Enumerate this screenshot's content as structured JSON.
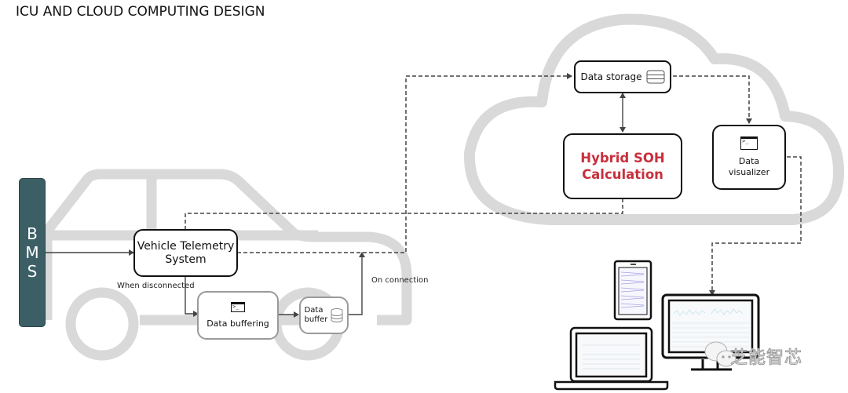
{
  "title": "ICU AND CLOUD COMPUTING DESIGN",
  "colors": {
    "bms_fill": "#3c5f66",
    "soh_text": "#c8303c",
    "outline_grey": "#d9d9d9",
    "connector": "#444444"
  },
  "bms": {
    "letters": [
      "B",
      "M",
      "S"
    ]
  },
  "vehicle": {
    "telemetry": {
      "line1": "Vehicle Telemetry",
      "line2": "System"
    },
    "buffering": {
      "label": "Data buffering",
      "icon": "terminal-icon"
    },
    "buffer": {
      "line1": "Data",
      "line2": "buffer",
      "icon": "database-icon"
    },
    "labels": {
      "when_disconnected": "When disconnected",
      "on_connection": "On connection"
    }
  },
  "cloud": {
    "storage": {
      "label": "Data storage",
      "icon": "database-icon"
    },
    "soh": {
      "line1": "Hybrid SOH",
      "line2": "Calculation"
    },
    "visualizer": {
      "line1": "Data",
      "line2": "visualizer",
      "icon": "terminal-icon"
    }
  },
  "devices": [
    "tablet",
    "laptop",
    "monitor"
  ],
  "watermark": {
    "text": "芝能智芯",
    "icon": "wechat-icon"
  }
}
